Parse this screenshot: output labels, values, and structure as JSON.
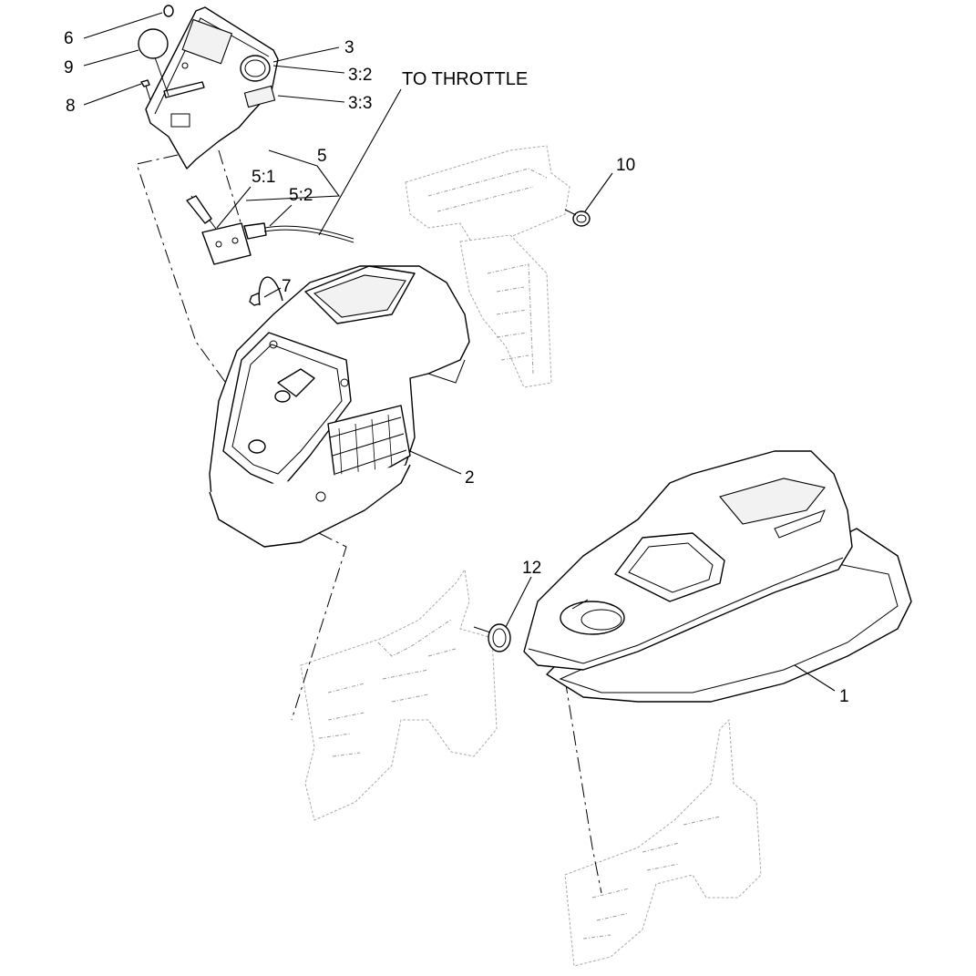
{
  "diagram": {
    "throttle_note": "TO THROTTLE",
    "callouts": {
      "c1": "1",
      "c2": "2",
      "c3": "3",
      "c3_2": "3:2",
      "c3_3": "3:3",
      "c5": "5",
      "c5_1": "5:1",
      "c5_2": "5:2",
      "c6": "6",
      "c7": "7",
      "c8": "8",
      "c9": "9",
      "c10": "10",
      "c12": "12"
    }
  }
}
